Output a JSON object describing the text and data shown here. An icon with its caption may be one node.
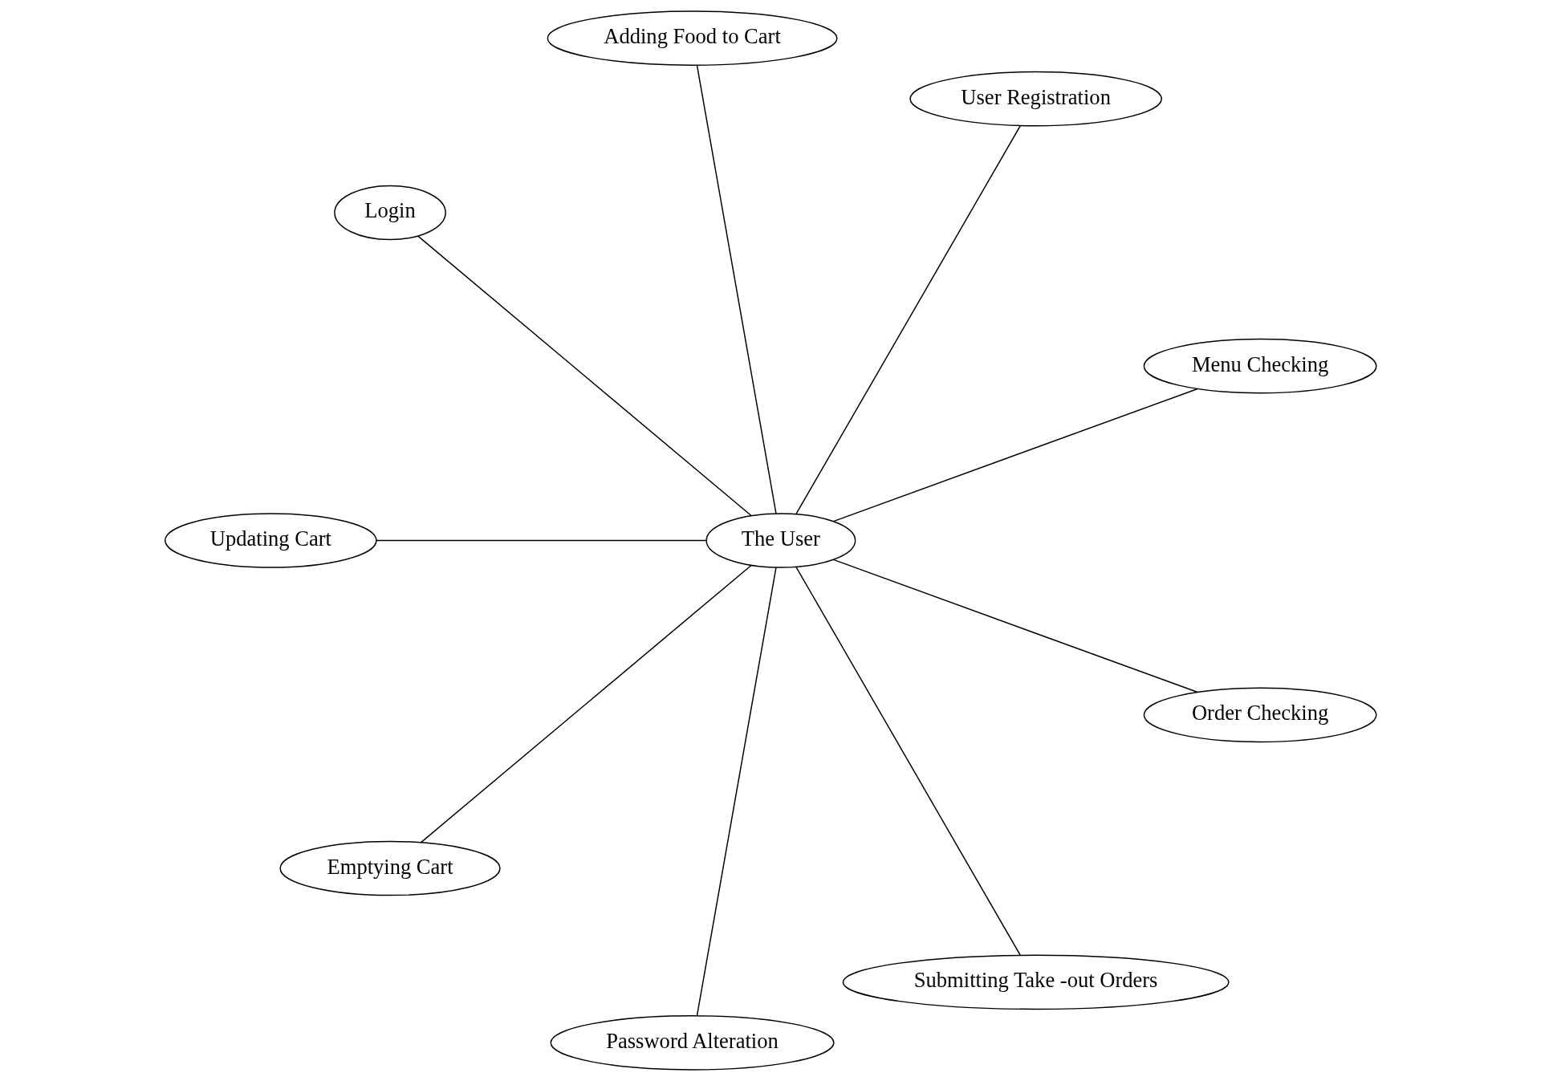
{
  "diagram": {
    "nodes": [
      {
        "text": [
          "Menu Checking"
        ]
      },
      {
        "text": [
          "User Registration"
        ]
      },
      {
        "text": [
          "Adding Food to Cart"
        ]
      },
      {
        "text": [
          "Login"
        ]
      },
      {
        "text": [
          "The User"
        ]
      },
      {
        "text": [
          "Updating Cart"
        ]
      },
      {
        "text": [
          "Emptying Cart"
        ]
      },
      {
        "text": [
          "Password Alteration"
        ]
      },
      {
        "text": [
          "Submitting Take -out Orders"
        ]
      },
      {
        "text": [
          "Order Checking"
        ]
      }
    ],
    "edges": [
      {
        "from": 4,
        "to": 0,
        "arrow": "none"
      },
      {
        "from": 4,
        "to": 1,
        "arrow": "none"
      },
      {
        "from": 4,
        "to": 2,
        "arrow": "none"
      },
      {
        "from": 4,
        "to": 3,
        "arrow": "none"
      },
      {
        "from": 4,
        "to": 5,
        "arrow": "none"
      },
      {
        "from": 4,
        "to": 6,
        "arrow": "none"
      },
      {
        "from": 4,
        "to": 9,
        "arrow": "none"
      },
      {
        "from": 4,
        "to": 8,
        "arrow": "none"
      },
      {
        "from": 4,
        "to": 7,
        "arrow": "none"
      }
    ]
  }
}
